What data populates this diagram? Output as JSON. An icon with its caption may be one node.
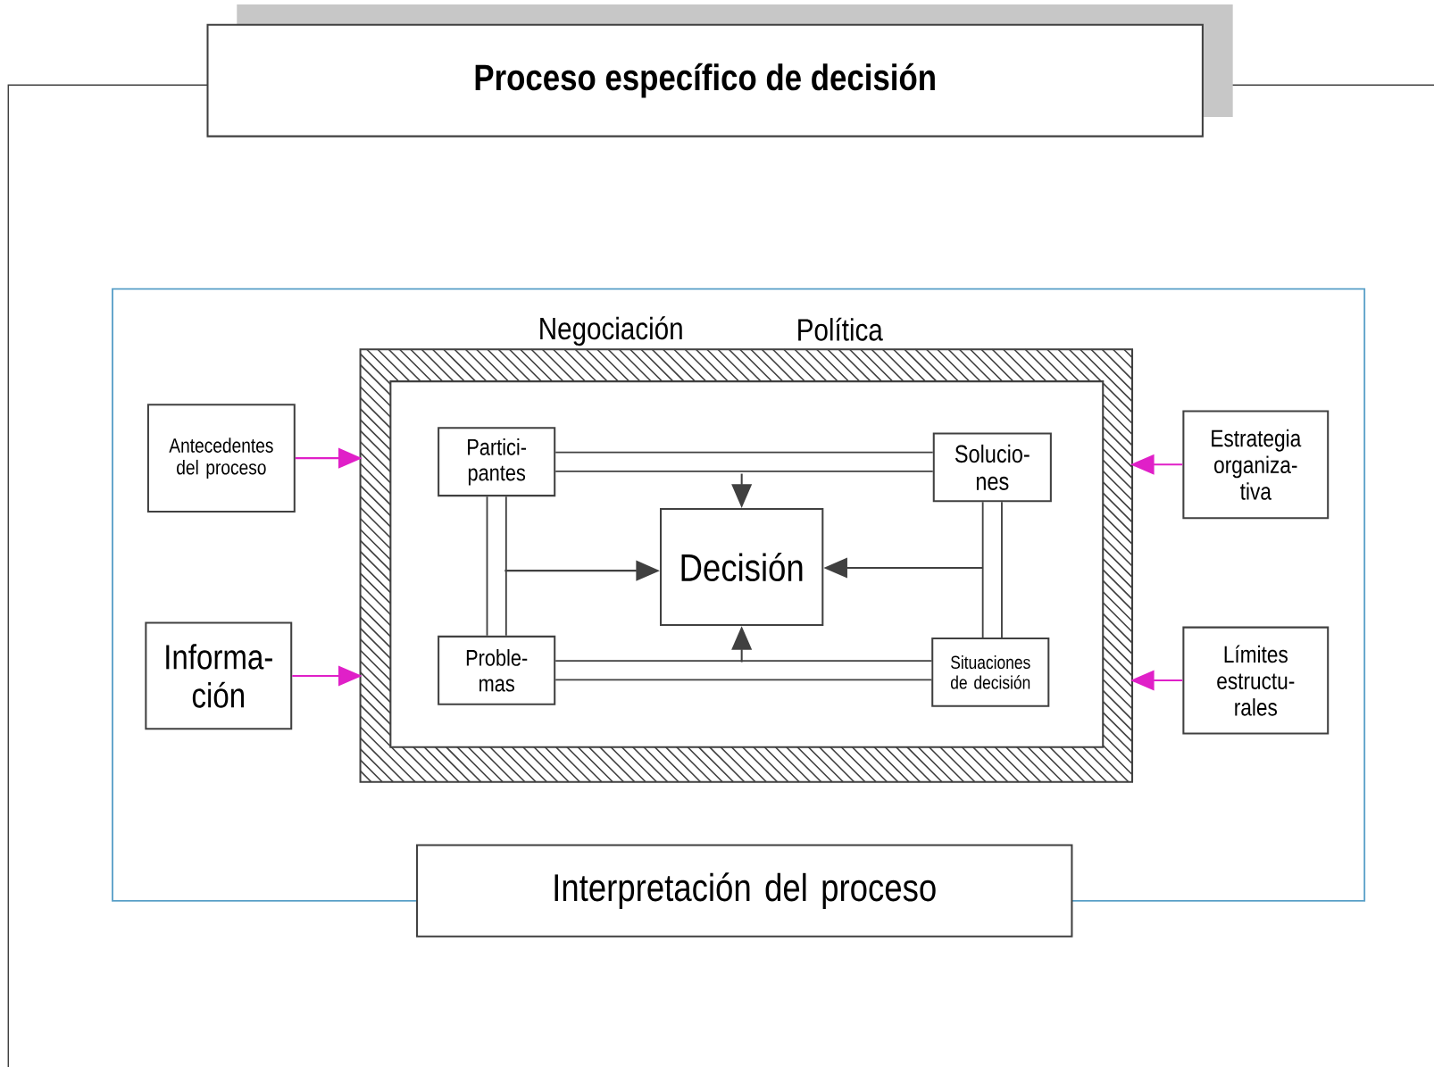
{
  "diagram": {
    "title": "Proceso específico de decisión",
    "nodes": [
      {
        "text": [
          "Antecedentes del proceso"
        ]
      },
      {
        "text": [
          "Informa- ción"
        ]
      },
      {
        "text": [
          "Negociación",
          "Política"
        ]
      },
      {
        "text": [
          "Partici- pantes"
        ],
        "in": 2
      },
      {
        "text": [
          "Solucio- nes"
        ],
        "in": 2
      },
      {
        "text": [
          "Decisión"
        ],
        "in": 2
      },
      {
        "text": [
          "Proble- mas"
        ],
        "in": 2
      },
      {
        "text": [
          "Situaciones de decisión"
        ],
        "in": 2
      },
      {
        "text": [
          "Estrategia organiza- tiva"
        ]
      },
      {
        "text": [
          "Límites estructu- rales"
        ]
      },
      {
        "text": [
          "Interpretación del proceso"
        ]
      }
    ],
    "edges": [
      {
        "from": 0,
        "to": 2,
        "arrow": "to",
        "color": "#e020c8"
      },
      {
        "from": 1,
        "to": 2,
        "arrow": "to",
        "color": "#e020c8"
      },
      {
        "from": 8,
        "to": 2,
        "arrow": "to",
        "color": "#e020c8"
      },
      {
        "from": 9,
        "to": 2,
        "arrow": "to",
        "color": "#e020c8"
      },
      {
        "from": 3,
        "to": 4,
        "arrow": "none",
        "style": "thick"
      },
      {
        "from": 3,
        "to": 6,
        "arrow": "none",
        "style": "thick"
      },
      {
        "from": 4,
        "to": 7,
        "arrow": "none",
        "style": "thick"
      },
      {
        "from": 6,
        "to": 7,
        "arrow": "none",
        "style": "thick"
      },
      {
        "from": null,
        "to": 5,
        "arrow": "to"
      },
      {
        "from": null,
        "to": 5,
        "arrow": "to"
      },
      {
        "from": null,
        "to": 5,
        "arrow": "to"
      },
      {
        "from": null,
        "to": 5,
        "arrow": "to"
      }
    ]
  }
}
